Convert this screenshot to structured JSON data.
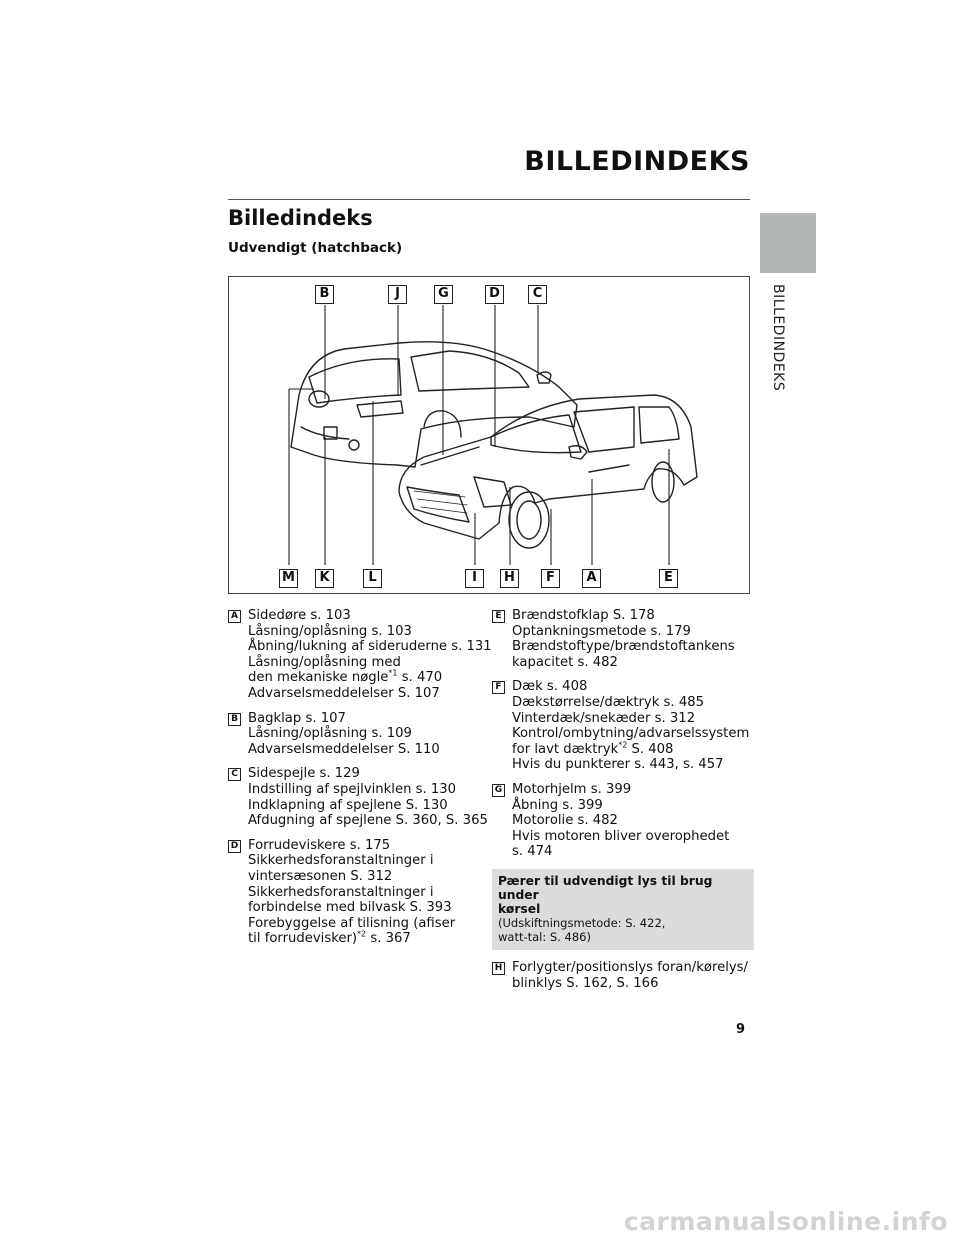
{
  "chapter_header": "BILLEDINDEKS",
  "side_tab_label": "BILLEDINDEKS",
  "section_title": "Billedindeks",
  "subsection_title": "Udvendigt (hatchback)",
  "figure": {
    "top_callouts": [
      "B",
      "J",
      "G",
      "D",
      "C"
    ],
    "bottom_callouts": [
      "M",
      "K",
      "L",
      "I",
      "H",
      "F",
      "A",
      "E"
    ]
  },
  "entries_left": [
    {
      "letter": "A",
      "lines": [
        {
          "text": "Sidedøre s. 103"
        },
        {
          "text": "Låsning/oplåsning s. 103"
        },
        {
          "text": "Åbning/lukning af sideruderne s. 131"
        },
        {
          "text": "Låsning/oplåsning med"
        },
        {
          "text": "den mekaniske nøgle",
          "sup": "*1",
          "after": " s. 470"
        },
        {
          "text": "Advarselsmeddelelser S. 107"
        }
      ]
    },
    {
      "letter": "B",
      "lines": [
        {
          "text": "Bagklap s. 107"
        },
        {
          "text": "Låsning/oplåsning s. 109"
        },
        {
          "text": "Advarselsmeddelelser S. 110"
        }
      ]
    },
    {
      "letter": "C",
      "lines": [
        {
          "text": "Sidespejle s. 129"
        },
        {
          "text": "Indstilling af spejlvinklen s. 130"
        },
        {
          "text": "Indklapning af spejlene S. 130"
        },
        {
          "text": "Afdugning af spejlene S. 360, S. 365"
        }
      ]
    },
    {
      "letter": "D",
      "lines": [
        {
          "text": "Forrudeviskere s. 175"
        },
        {
          "text": "Sikkerhedsforanstaltninger i"
        },
        {
          "text": "vintersæsonen S. 312"
        },
        {
          "text": "Sikkerhedsforanstaltninger i"
        },
        {
          "text": "forbindelse med bilvask S. 393"
        },
        {
          "text": "Forebyggelse af tilisning (afiser"
        },
        {
          "text": "til forrudevisker)",
          "sup": "*2",
          "after": " s. 367"
        }
      ]
    }
  ],
  "entries_right": [
    {
      "letter": "E",
      "lines": [
        {
          "text": "Brændstofklap S. 178"
        },
        {
          "text": "Optankningsmetode s. 179"
        },
        {
          "text": "Brændstoftype/brændstoftankens"
        },
        {
          "text": "kapacitet s. 482"
        }
      ]
    },
    {
      "letter": "F",
      "lines": [
        {
          "text": "Dæk s. 408"
        },
        {
          "text": "Dækstørrelse/dæktryk s. 485"
        },
        {
          "text": "Vinterdæk/snekæder s. 312"
        },
        {
          "text": "Kontrol/ombytning/advarselssystem"
        },
        {
          "text": "for lavt dæktryk",
          "sup": "*2",
          "after": " S. 408"
        },
        {
          "text": "Hvis du punkterer s. 443, s. 457"
        }
      ]
    },
    {
      "letter": "G",
      "lines": [
        {
          "text": "Motorhjelm s. 399"
        },
        {
          "text": "Åbning s. 399"
        },
        {
          "text": "Motorolie s. 482"
        },
        {
          "text": "Hvis motoren bliver overophedet"
        },
        {
          "text": "s. 474"
        }
      ]
    }
  ],
  "note_box": {
    "title_line1": "Pærer til udvendigt lys til brug under",
    "title_line2": "kørsel",
    "detail_line1": "(Udskiftningsmetode: S. 422,",
    "detail_line2": "watt-tal: S. 486)"
  },
  "entry_h": {
    "letter": "H",
    "lines": [
      {
        "text": "Forlygter/positionslys foran/kørelys/"
      },
      {
        "text": "blinklys S. 162, S. 166"
      }
    ]
  },
  "page_number": "9",
  "watermark": "carmanualsonline.info"
}
